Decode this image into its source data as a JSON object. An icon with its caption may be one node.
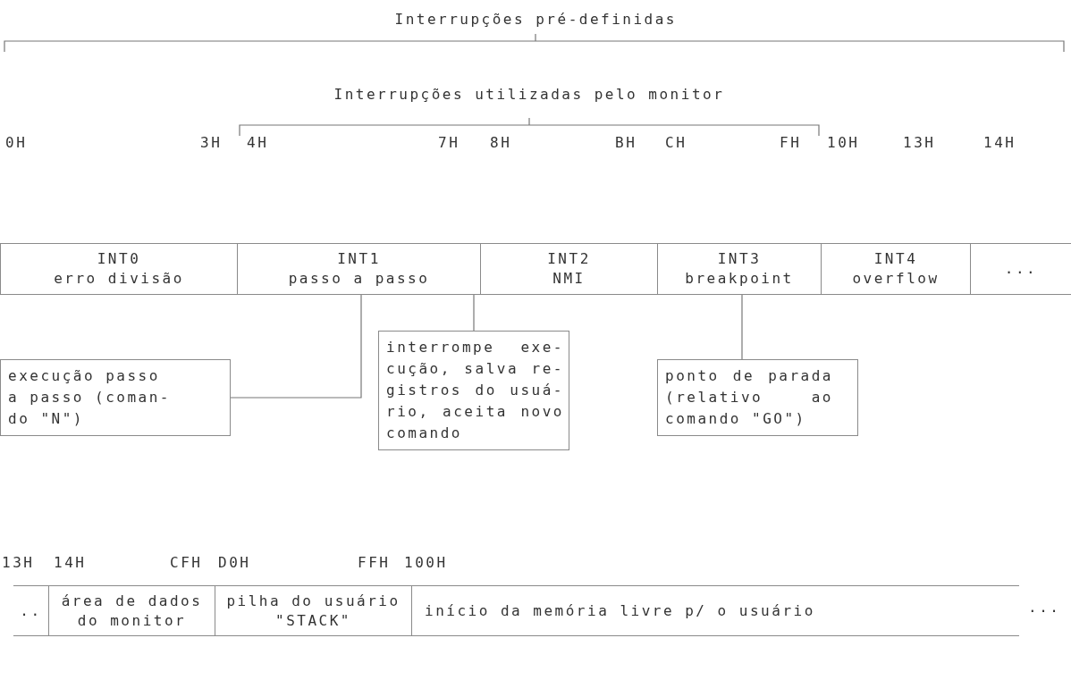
{
  "diagram": {
    "nodes": [
      {
        "text": [
          "INT0",
          "erro divisão"
        ]
      },
      {
        "text": [
          "INT1",
          "passo a passo"
        ]
      },
      {
        "text": [
          "INT2",
          "NMI"
        ]
      },
      {
        "text": [
          "INT3",
          "breakpoint"
        ]
      },
      {
        "text": [
          "INT4",
          "overflow"
        ]
      },
      {
        "text": [
          "..."
        ]
      },
      {
        "text": [
          "execução passo a passo (coman- do \"N\")"
        ]
      },
      {
        "text": [
          "interrompe exe- cução, salva re- gistros do usuá- rio, aceita novo comando"
        ]
      },
      {
        "text": [
          "ponto de parada (relativo ao comando \"GO\")"
        ]
      },
      {
        "text": [
          ".."
        ]
      },
      {
        "text": [
          "área de dados do monitor"
        ]
      },
      {
        "text": [
          "pilha do usuário \"STACK\""
        ]
      },
      {
        "text": [
          "início da memória livre p/ o usuário"
        ]
      }
    ],
    "edges": [
      {
        "from": 1,
        "to": 6,
        "arrow": "none"
      },
      {
        "from": 2,
        "to": 7,
        "arrow": "none"
      },
      {
        "from": 3,
        "to": 8,
        "arrow": "none"
      }
    ],
    "labels": [
      "Interrupções pré-definidas",
      "Interrupções utilizadas pelo monitor",
      "0H",
      "3H",
      "4H",
      "7H",
      "8H",
      "BH",
      "CH",
      "FH",
      "10H",
      "13H",
      "14H",
      "13H",
      "14H",
      "CFH",
      "D0H",
      "FFH",
      "100H",
      "..."
    ]
  }
}
